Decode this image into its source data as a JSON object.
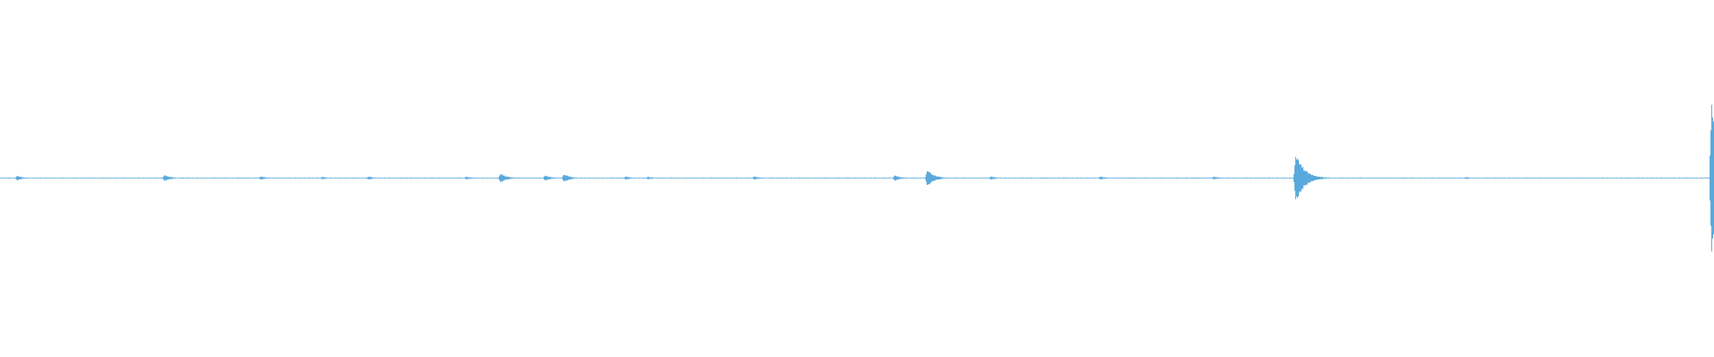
{
  "waveform": {
    "color": "#5aa9dc",
    "background": "#ffffff",
    "baseline_amplitude": 0.006,
    "events": [
      {
        "t": 0.01,
        "amp": 0.03
      },
      {
        "t": 0.096,
        "amp": 0.04
      },
      {
        "t": 0.152,
        "amp": 0.02
      },
      {
        "t": 0.188,
        "amp": 0.015
      },
      {
        "t": 0.215,
        "amp": 0.02
      },
      {
        "t": 0.272,
        "amp": 0.018
      },
      {
        "t": 0.292,
        "amp": 0.06
      },
      {
        "t": 0.318,
        "amp": 0.035
      },
      {
        "t": 0.329,
        "amp": 0.05
      },
      {
        "t": 0.365,
        "amp": 0.02
      },
      {
        "t": 0.378,
        "amp": 0.018
      },
      {
        "t": 0.44,
        "amp": 0.02
      },
      {
        "t": 0.522,
        "amp": 0.035
      },
      {
        "t": 0.541,
        "amp": 0.11
      },
      {
        "t": 0.578,
        "amp": 0.02
      },
      {
        "t": 0.642,
        "amp": 0.02
      },
      {
        "t": 0.708,
        "amp": 0.018
      },
      {
        "t": 0.756,
        "amp": 0.32
      },
      {
        "t": 0.855,
        "amp": 0.012
      },
      {
        "t": 0.9985,
        "amp": 0.95
      }
    ]
  }
}
